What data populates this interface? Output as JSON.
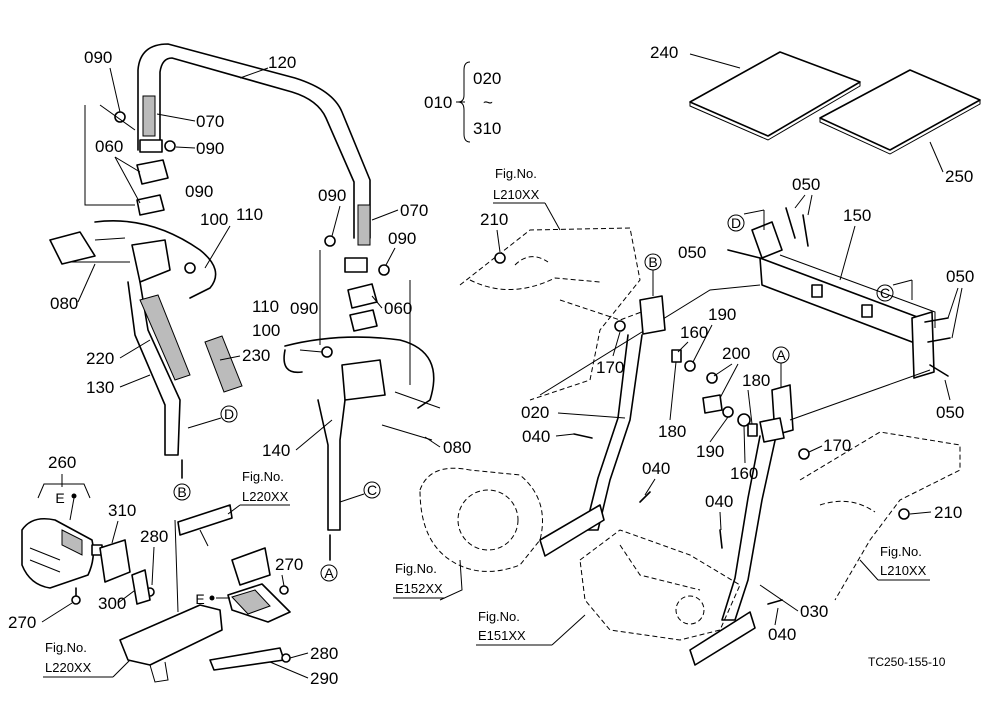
{
  "parts": {
    "p010": "010",
    "p020": "020",
    "p310r": "310",
    "tilde": "~",
    "p090a": "090",
    "p120": "120",
    "p070a": "070",
    "p090b": "090",
    "p060a": "060",
    "p090c": "090",
    "p100a": "100",
    "p110a": "110",
    "p080a": "080",
    "p220": "220",
    "p230": "230",
    "p130": "130",
    "p090d": "090",
    "p070b": "070",
    "p090e": "090",
    "p060b": "060",
    "p110b": "110",
    "p090f": "090",
    "p100b": "100",
    "p140": "140",
    "p080b": "080",
    "p240": "240",
    "p250": "250",
    "p050a": "050",
    "p150": "150",
    "p050b": "050",
    "p050c": "050",
    "p050d": "050",
    "p210a": "210",
    "p170a": "170",
    "p160a": "160",
    "p190a": "190",
    "p200": "200",
    "p180a": "180",
    "p020b": "020",
    "p040a": "040",
    "p180b": "180",
    "p190b": "190",
    "p160b": "160",
    "p170b": "170",
    "p040b": "040",
    "p040c": "040",
    "p210b": "210",
    "p030": "030",
    "p040d": "040",
    "p260": "260",
    "p310": "310",
    "p280a": "280",
    "p270a": "270",
    "p300": "300",
    "p270b": "270",
    "p280b": "280",
    "p290": "290"
  },
  "figrefs": {
    "fig": "Fig.No.",
    "l210a": "L210XX",
    "l210b": "L210XX",
    "l220a": "L220XX",
    "l220b": "L220XX",
    "e152": "E152XX",
    "e151": "E151XX"
  },
  "markers": {
    "A": "A",
    "B": "B",
    "C": "C",
    "D": "D",
    "E": "E"
  },
  "code": "TC250-155-10"
}
